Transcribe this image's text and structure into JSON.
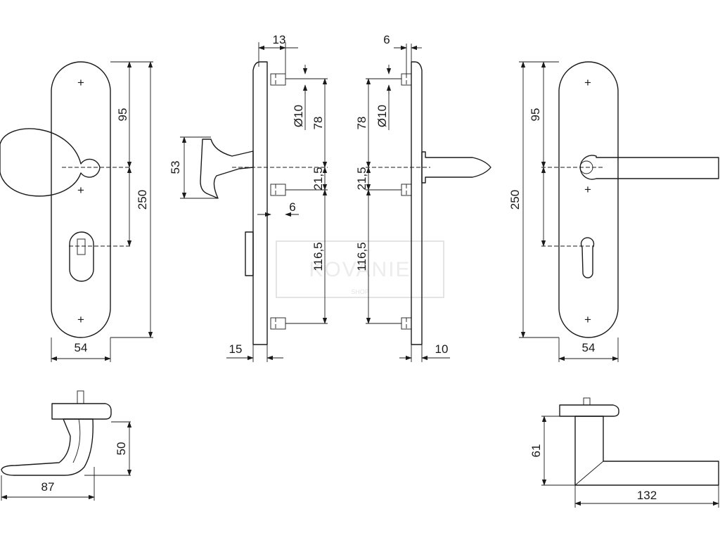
{
  "watermark": {
    "text": "KOVANIE",
    "sub": "SHOP"
  },
  "views": {
    "knob_front": {
      "plate_width": "54",
      "plate_height": "250",
      "upper": "95"
    },
    "knob_side": {
      "top": "13",
      "diameter": "Ø10",
      "spacing_top": "78",
      "spacing_mid": "21,5",
      "spacing_bottom": "116,5",
      "knob_height": "53",
      "pin": "6",
      "thickness": "15"
    },
    "lever_side": {
      "top": "6",
      "diameter": "Ø10",
      "spacing_top": "78",
      "spacing_mid": "21,5",
      "spacing_bottom": "116,5",
      "thickness": "10"
    },
    "lever_front": {
      "plate_width": "54",
      "plate_height": "250",
      "upper": "95"
    },
    "knob_top": {
      "length": "87",
      "height": "50"
    },
    "lever_top": {
      "length": "132",
      "height": "61"
    }
  }
}
